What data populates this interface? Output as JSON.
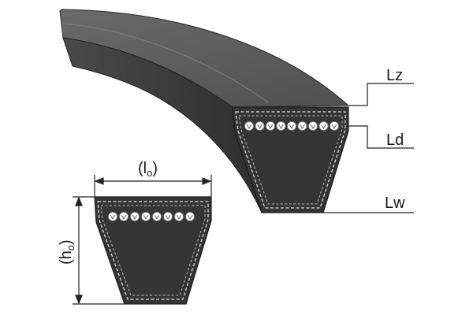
{
  "labels": {
    "lz": "Lz",
    "ld": "Ld",
    "lw": "Lw"
  },
  "dimensions": {
    "width_base": "l",
    "width_sub": "o",
    "height_base": "h",
    "height_sub": "o"
  },
  "colors": {
    "belt_dark": "#3a3a3a",
    "belt_mid": "#4a4a4a",
    "belt_top": "#5c5c5c",
    "stitch": "#d9d9d9",
    "cord": "#ffffff",
    "line": "#222222"
  }
}
